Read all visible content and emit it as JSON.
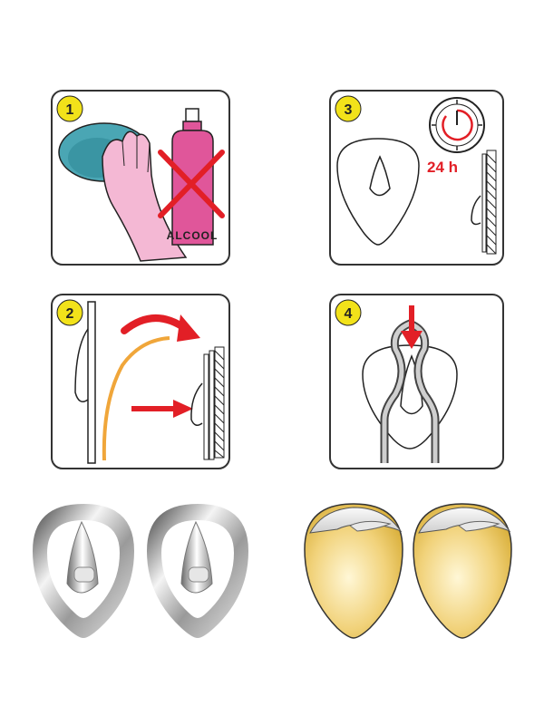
{
  "steps": [
    {
      "number": "1",
      "label": "ALCOOL"
    },
    {
      "number": "2"
    },
    {
      "number": "3",
      "duration": "24 h"
    },
    {
      "number": "4"
    }
  ],
  "colors": {
    "badge": "#f2e21a",
    "arrow": "#e21f26",
    "sponge": "#4aa6b4",
    "hand": "#f4b8d4",
    "bottle": "#e0569a",
    "tape": "#f0a63a",
    "chrome": "#c8c8c8",
    "gold": "#e9c24a"
  },
  "icons": {
    "step1": "clean-with-sponge-not-alcohol-icon",
    "step2": "peel-and-stick-icon",
    "step3": "wait-timer-icon",
    "step4": "hang-towel-icon"
  },
  "products": [
    {
      "name": "chrome-hook"
    },
    {
      "name": "chrome-hook"
    },
    {
      "name": "adhesive-pad"
    },
    {
      "name": "adhesive-pad"
    }
  ]
}
